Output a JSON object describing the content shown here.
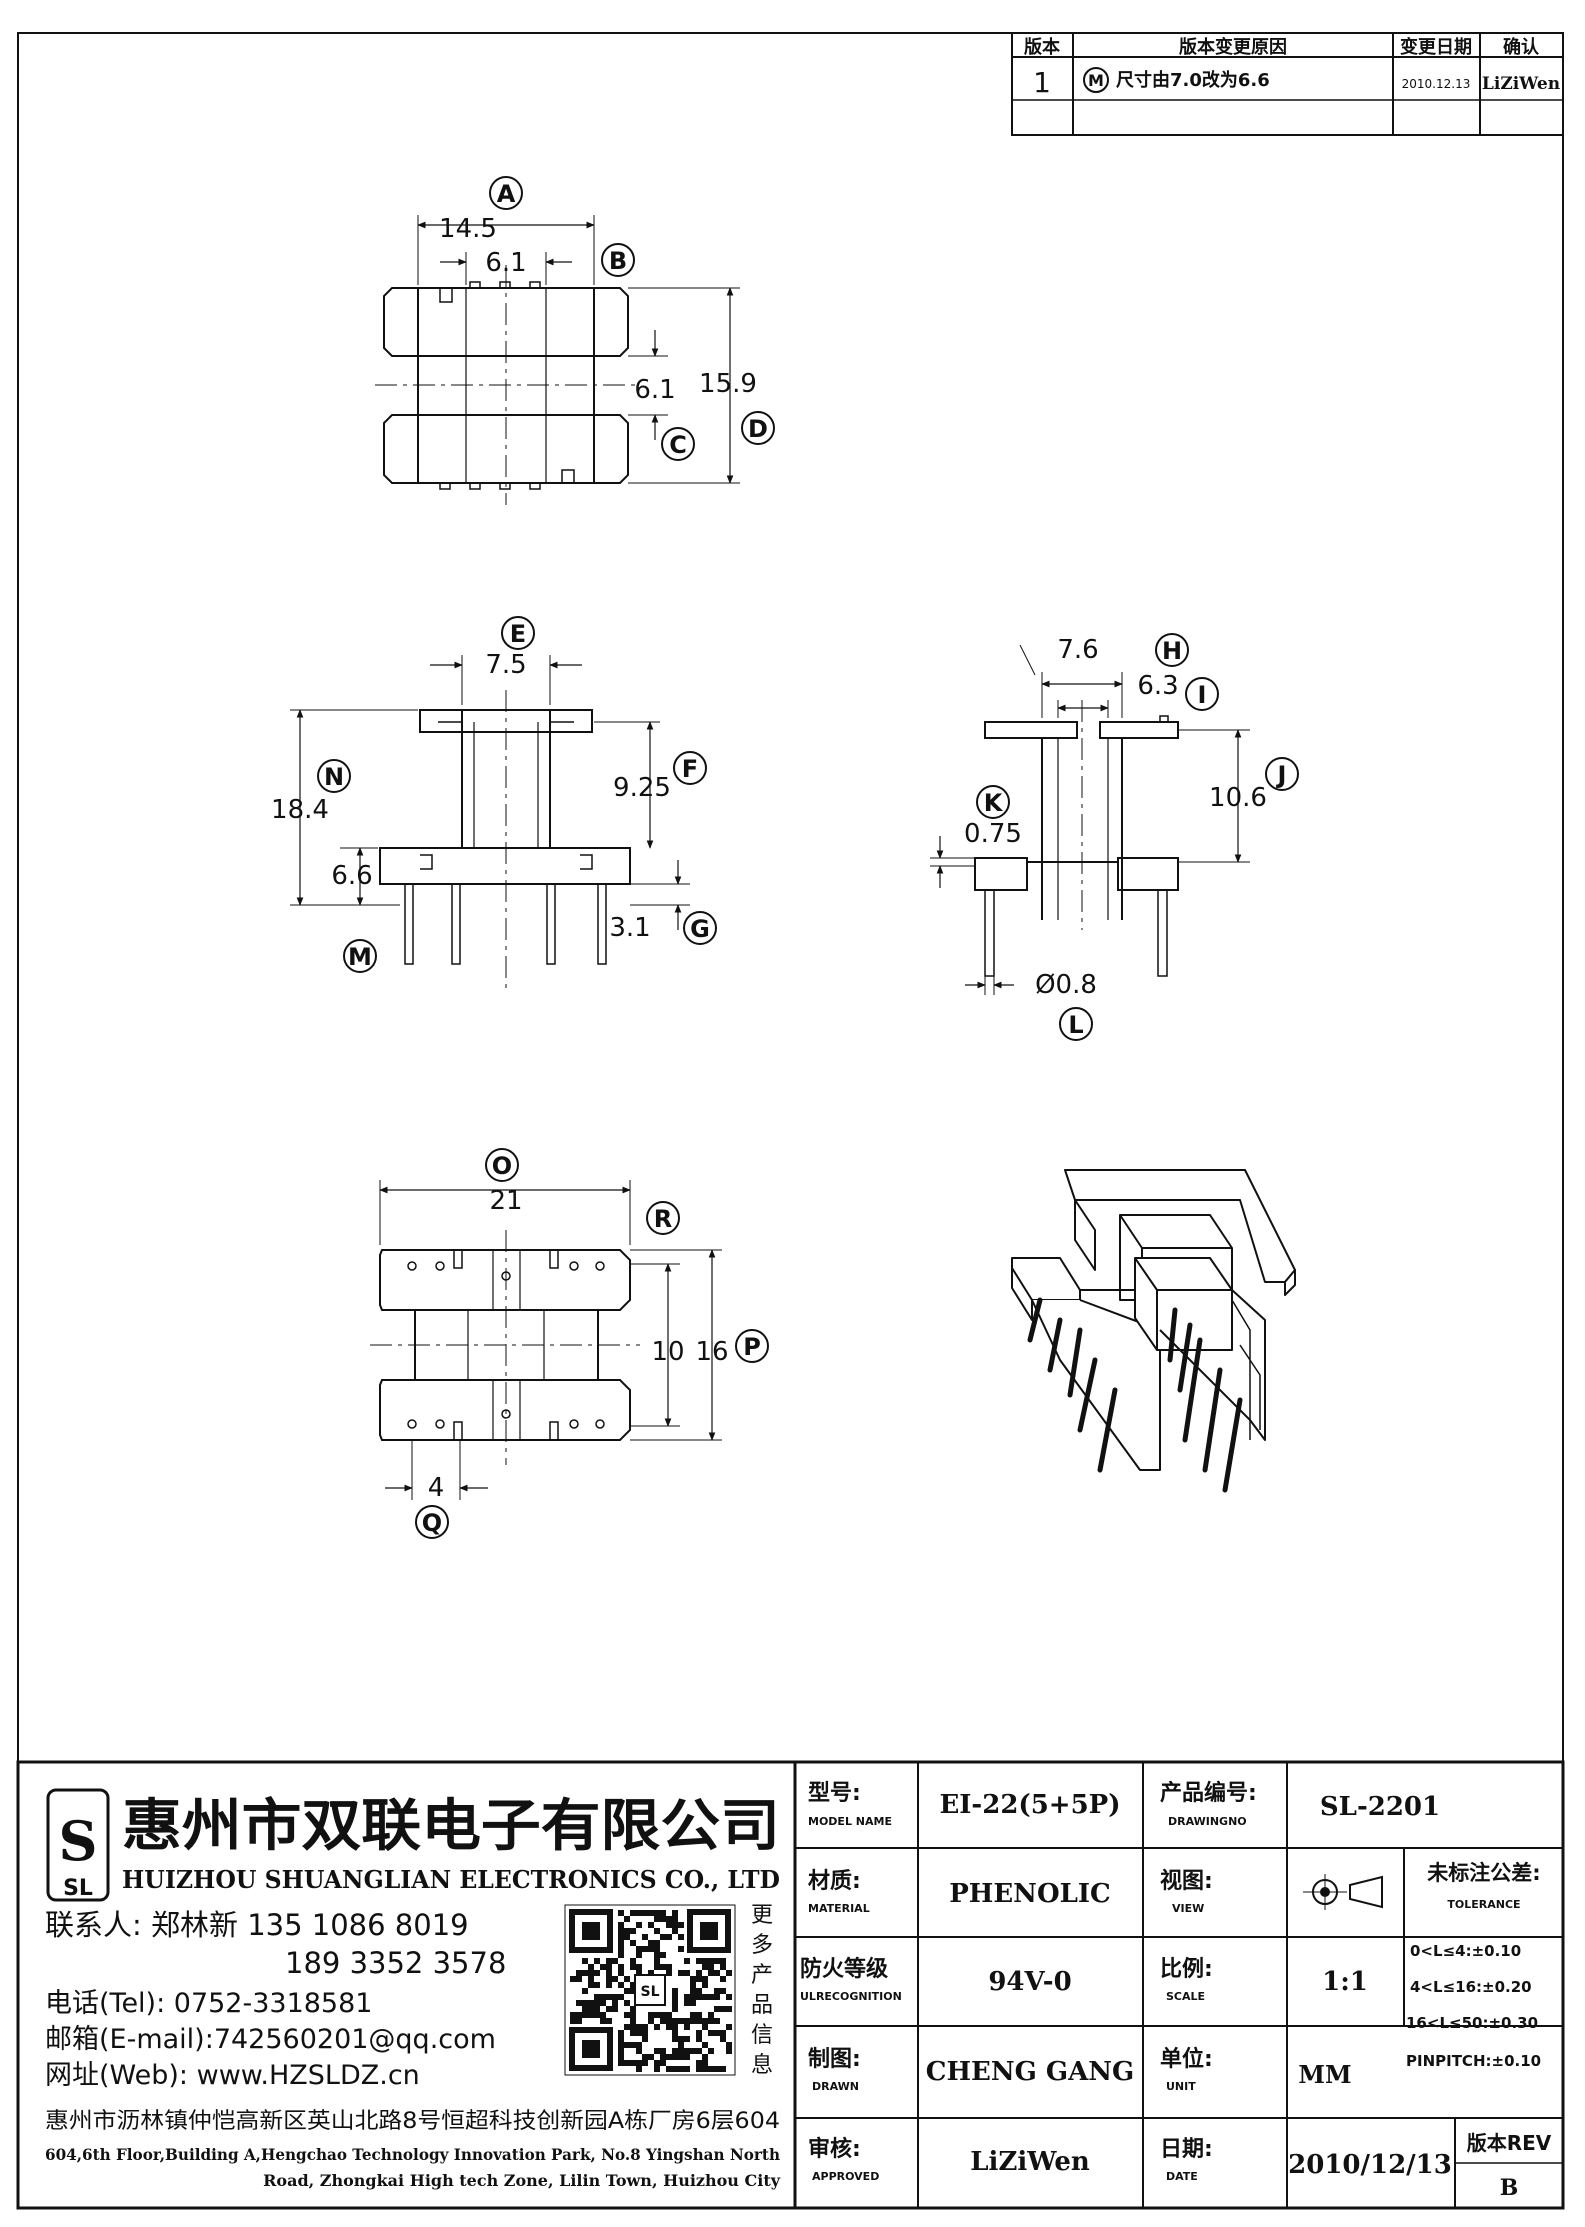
{
  "revision_table": {
    "headers": [
      "版本",
      "版本变更原因",
      "变更日期",
      "确认"
    ],
    "rows": [
      {
        "rev": "1",
        "mark": "M",
        "reason": "尺寸由7.0改为6.6",
        "date": "2010.12.13",
        "confirm": "LiZiWen"
      }
    ]
  },
  "views": {
    "top": {
      "dim_a": "14.5",
      "dim_b": "6.1",
      "dim_c": "6.1",
      "dim_d": "15.9",
      "labels": [
        "A",
        "B",
        "C",
        "D"
      ]
    },
    "front": {
      "dim_e": "7.5",
      "dim_f": "9.25",
      "dim_n": "18.4",
      "dim_m": "6.6",
      "dim_g": "3.1",
      "labels": [
        "E",
        "F",
        "N",
        "M",
        "G"
      ]
    },
    "side": {
      "dim_h": "7.6",
      "dim_i": "6.3",
      "dim_j": "10.6",
      "dim_k": "0.75",
      "dim_l": "Ø0.8",
      "labels": [
        "H",
        "I",
        "J",
        "K",
        "L"
      ]
    },
    "bottom": {
      "dim_o": "21",
      "dim_r": "10",
      "dim_p": "16",
      "dim_q": "4",
      "labels": [
        "O",
        "R",
        "P",
        "Q"
      ]
    }
  },
  "company": {
    "logo": "SL",
    "name_cn": "惠州市双联电子有限公司",
    "name_en": "HUIZHOU SHUANGLIAN ELECTRONICS CO., LTD",
    "contact_line1": "联系人: 郑林新  135 1086 8019",
    "contact_line2": "189 3352 3578",
    "phone": "电话(Tel): 0752-3318581",
    "email": "邮箱(E-mail):742560201@qq.com",
    "web": "网址(Web): www.HZSLDZ.cn",
    "qr_caption": [
      "更",
      "多",
      "产",
      "品",
      "信",
      "息"
    ],
    "address_cn": "惠州市沥林镇仲恺高新区英山北路8号恒超科技创新园A栋厂房6层604",
    "address_en1": "604,6th Floor,Building A,Hengchao Technology Innovation Park, No.8 Yingshan North",
    "address_en2": "Road, Zhongkai High tech Zone, Lilin Town, Huizhou City"
  },
  "title_block": {
    "model_label": "型号:",
    "model_label_en": "MODEL NAME",
    "model_value": "EI-22(5+5P)",
    "drawing_label": "产品编号:",
    "drawing_label_en": "DRAWINGNO",
    "drawing_value": "SL-2201",
    "material_label": "材质:",
    "material_label_en": "MATERIAL",
    "material_value": "PHENOLIC",
    "view_label": "视图:",
    "view_label_en": "VIEW",
    "tolerance_label": "未标注公差:",
    "tolerance_label_en": "TOLERANCE",
    "tolerances": [
      "0<L≤4:±0.10",
      "4<L≤16:±0.20",
      "16<L≤50:±0.30",
      "PINPITCH:±0.10"
    ],
    "fire_label": "防火等级",
    "fire_label_en": "ULRECOGNITION",
    "fire_value": "94V-0",
    "scale_label": "比例:",
    "scale_label_en": "SCALE",
    "scale_value": "1:1",
    "drawn_label": "制图:",
    "drawn_label_en": "DRAWN",
    "drawn_value": "CHENG GANG",
    "unit_label": "单位:",
    "unit_label_en": "UNIT",
    "unit_value": "MM",
    "approved_label": "审核:",
    "approved_label_en": "APPROVED",
    "approved_value": "LiZiWen",
    "date_label": "日期:",
    "date_label_en": "DATE",
    "date_value": "2010/12/13",
    "rev_label": "版本REV",
    "rev_value": "B"
  }
}
